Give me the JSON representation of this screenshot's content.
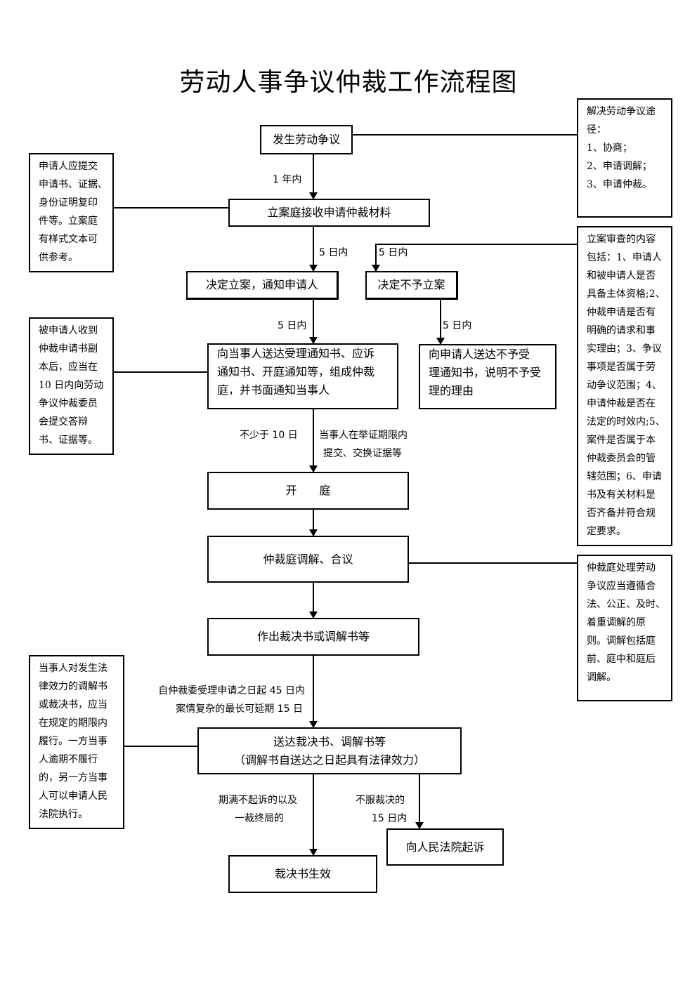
{
  "title": "劳动人事争议仲裁工作流程图",
  "nodes": {
    "dispute": "发生劳动争议",
    "filing": "立案庭接收申请仲裁材料",
    "accept": "决定立案，通知申请人",
    "reject": "决定不予立案",
    "serve": [
      "向当事人送达受理通知书、应诉",
      "通知书、开庭通知等，组成仲裁",
      "庭，并书面通知当事人"
    ],
    "reject_notice": [
      "向申请人送达不予受",
      "理通知书，说明不予受",
      "理的理由"
    ],
    "hearing": "开　　庭",
    "mediation": "仲裁庭调解、合议",
    "award": "作出裁决书或调解书等",
    "deliver": [
      "送达裁决书、调解书等",
      "（调解书自送达之日起具有法律效力）"
    ],
    "effective": "裁决书生效",
    "court": "向人民法院起诉"
  },
  "labels": {
    "one_year": "1 年内",
    "five_days_a": "5 日内",
    "five_days_b": "5 日内",
    "five_days_c": "5 日内",
    "five_days_d": "5 日内",
    "not_less_10": "不少于 10 日",
    "evidence": [
      "当事人在举证期限内",
      "提交、交换证据等"
    ],
    "deadline": [
      "自仲裁委受理申请之日起 45  日内",
      "案情复杂的最长可延期 15 日"
    ],
    "no_suit": [
      "期满不起诉的以及",
      "一裁终局的"
    ],
    "disagree": [
      "不服裁决的",
      "15 日内"
    ]
  },
  "notes": {
    "ways": [
      "解决劳动争议途",
      "径：",
      "1、协商；",
      "2、申请调解；",
      "3、申请仲裁。"
    ],
    "applicant": [
      "申请人应提交",
      "申请书、证据、",
      "身份证明复印",
      "件等。立案庭",
      "有样式文本可",
      "供参考。"
    ],
    "review": [
      "立案审查的内容",
      "包括：1、申请人",
      "和被申请人是否",
      "具备主体资格;2、",
      "仲裁申请是否有",
      "明确的请求和事",
      "实理由；3、争议",
      "事项是否属于劳",
      "动争议范围；4、",
      "申请仲裁是否在",
      "法定的时效内;5、",
      "案件是否属于本",
      "仲裁委员会的管",
      "辖范围；6、申请",
      "书及有关材料是",
      "否齐备并符合规",
      "定要求。"
    ],
    "respondent": [
      "被申请人收到",
      "仲裁申请书副",
      "本后，应当在",
      "10 日内向劳动",
      "争议仲裁委员",
      "会提交答辩",
      "书、证据等。"
    ],
    "principles": [
      "仲裁庭处理劳动",
      "争议应当遵循合",
      "法、公正、及时、",
      "着重调解的原",
      "则。调解包括庭",
      "前、庭中和庭后",
      "调解。"
    ],
    "performance": [
      "当事人对发生法",
      "律效力的调解书",
      "或裁决书，应当",
      "在规定的期限内",
      "履行。一方当事",
      "人逾期不履行",
      "的，另一方当事",
      "人可以申请人民",
      "法院执行。"
    ]
  }
}
